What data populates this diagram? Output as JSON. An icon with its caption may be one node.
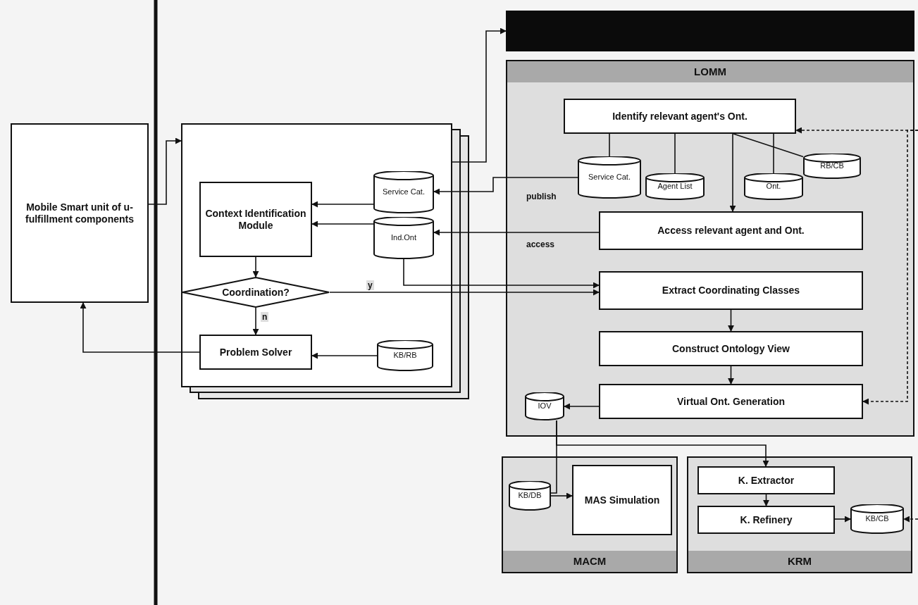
{
  "diagram": {
    "nodes": [
      {
        "text": [
          "Mobile Smart unit of u-fulfillment components"
        ]
      },
      {
        "text": [],
        "shape": "box"
      },
      {
        "text": [
          "Context Identification Module"
        ],
        "in": 1
      },
      {
        "text": [
          "Service Cat."
        ],
        "in": 1
      },
      {
        "text": [
          "Ind.Ont"
        ],
        "in": 1
      },
      {
        "text": [
          "Coordination?"
        ],
        "in": 1
      },
      {
        "text": [
          "Problem Solver"
        ],
        "in": 1
      },
      {
        "text": [
          "KB/RB"
        ],
        "in": 1
      },
      {
        "text": [],
        "shape": "bar"
      },
      {
        "text": [
          "LOMM"
        ]
      },
      {
        "text": [
          "Identify relevant agent's Ont."
        ],
        "in": 9
      },
      {
        "text": [
          "Service Cat."
        ],
        "in": 9
      },
      {
        "text": [
          "Agent List"
        ],
        "in": 9
      },
      {
        "text": [
          "Ont."
        ],
        "in": 9
      },
      {
        "text": [
          "RB/CB"
        ],
        "in": 9
      },
      {
        "text": [
          "Access relevant agent and Ont."
        ],
        "in": 9
      },
      {
        "text": [
          "Extract Coordinating Classes"
        ],
        "in": 9
      },
      {
        "text": [
          "Construct Ontology View"
        ],
        "in": 9
      },
      {
        "text": [
          "Virtual Ont. Generation"
        ],
        "in": 9
      },
      {
        "text": [
          "IOV"
        ],
        "in": 9
      },
      {
        "text": [
          "MACM"
        ]
      },
      {
        "text": [
          "KB/DB"
        ],
        "in": 20
      },
      {
        "text": [
          "MAS Simulation"
        ],
        "in": 20
      },
      {
        "text": [
          "KRM"
        ]
      },
      {
        "text": [
          "K. Extractor"
        ],
        "in": 23
      },
      {
        "text": [
          "K. Refinery"
        ],
        "in": 23
      },
      {
        "text": [
          "KB/CB"
        ],
        "in": 23
      }
    ],
    "edges": [
      {
        "from": 6,
        "to": 0,
        "arrow": "to"
      },
      {
        "from": 0,
        "to": 1,
        "arrow": "to"
      },
      {
        "from": 3,
        "to": 2,
        "arrow": "to"
      },
      {
        "from": 4,
        "to": 2,
        "arrow": "to"
      },
      {
        "from": 2,
        "to": 5,
        "arrow": "to"
      },
      {
        "from": 5,
        "to": 6,
        "arrow": "to",
        "label": "n"
      },
      {
        "from": 5,
        "to": 16,
        "arrow": "to",
        "label": "y"
      },
      {
        "from": 7,
        "to": 6,
        "arrow": "to"
      },
      {
        "from": 11,
        "to": 3,
        "arrow": "to",
        "label": "publish"
      },
      {
        "from": 15,
        "to": 4,
        "arrow": "to",
        "label": "access"
      },
      {
        "from": 4,
        "to": 16,
        "arrow": "to"
      },
      {
        "from": 10,
        "to": 11,
        "arrow": "none"
      },
      {
        "from": 10,
        "to": 12,
        "arrow": "none"
      },
      {
        "from": 10,
        "to": 13,
        "arrow": "none"
      },
      {
        "from": 10,
        "to": 14,
        "arrow": "none"
      },
      {
        "from": 10,
        "to": 15,
        "arrow": "to"
      },
      {
        "from": 16,
        "to": 17,
        "arrow": "to"
      },
      {
        "from": 17,
        "to": 18,
        "arrow": "to"
      },
      {
        "from": 18,
        "to": 19,
        "arrow": "to"
      },
      {
        "from": 19,
        "to": 21,
        "arrow": "none"
      },
      {
        "from": 19,
        "to": 24,
        "arrow": "to"
      },
      {
        "from": 21,
        "to": 22,
        "arrow": "to"
      },
      {
        "from": 24,
        "to": 25,
        "arrow": "to"
      },
      {
        "from": 25,
        "to": 26,
        "arrow": "to"
      },
      {
        "from": null,
        "to": 10,
        "arrow": "to",
        "style": "dashed"
      },
      {
        "from": null,
        "to": 18,
        "arrow": "to",
        "style": "dashed"
      },
      {
        "from": null,
        "to": 26,
        "arrow": "to",
        "style": "dashed"
      },
      {
        "from": 1,
        "to": 8,
        "arrow": "to"
      }
    ]
  }
}
